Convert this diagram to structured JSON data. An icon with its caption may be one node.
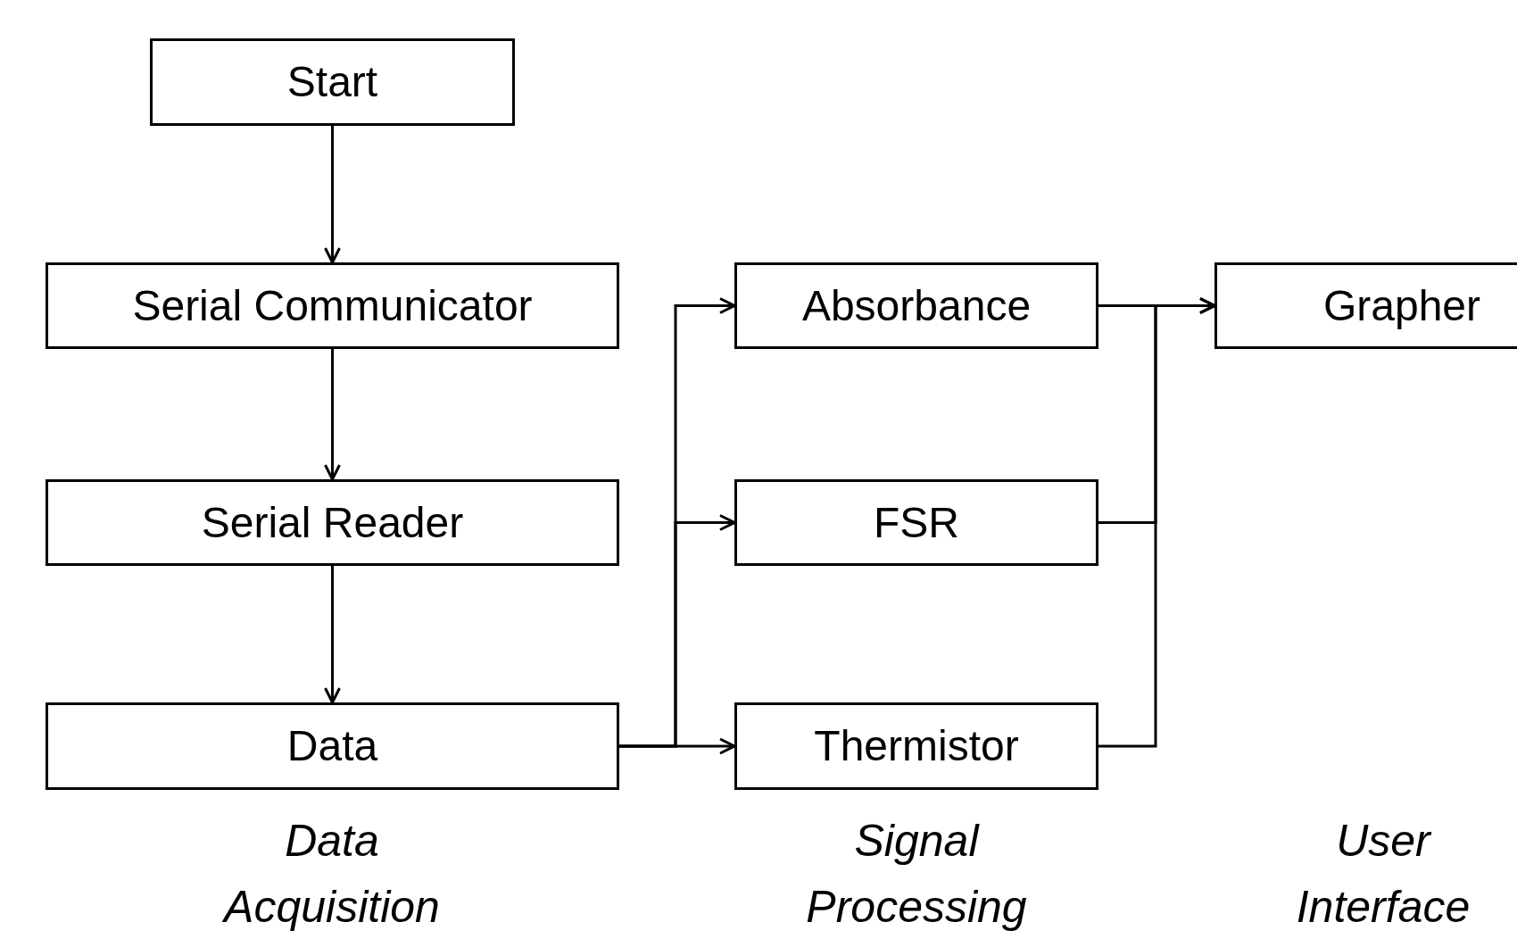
{
  "diagram": {
    "nodes": [
      {
        "text": [
          "Start"
        ]
      },
      {
        "text": [
          "Serial Communicator"
        ]
      },
      {
        "text": [
          "Serial Reader"
        ]
      },
      {
        "text": [
          "Data"
        ]
      },
      {
        "text": [
          "Absorbance"
        ]
      },
      {
        "text": [
          "FSR"
        ]
      },
      {
        "text": [
          "Thermistor"
        ]
      },
      {
        "text": [
          "Grapher"
        ]
      }
    ],
    "edges": [
      {
        "from": 0,
        "to": 1,
        "arrow": "to"
      },
      {
        "from": 1,
        "to": 2,
        "arrow": "to"
      },
      {
        "from": 2,
        "to": 3,
        "arrow": "to"
      },
      {
        "from": 3,
        "to": 4,
        "arrow": "to"
      },
      {
        "from": 3,
        "to": 5,
        "arrow": "to"
      },
      {
        "from": 3,
        "to": 6,
        "arrow": "to"
      },
      {
        "from": 4,
        "to": 7,
        "arrow": "to"
      },
      {
        "from": 5,
        "to": 7,
        "arrow": "to"
      },
      {
        "from": 6,
        "to": 7,
        "arrow": "to"
      }
    ],
    "labels": [
      "Data Acquisition",
      "Signal Processing",
      "User Interface"
    ]
  }
}
